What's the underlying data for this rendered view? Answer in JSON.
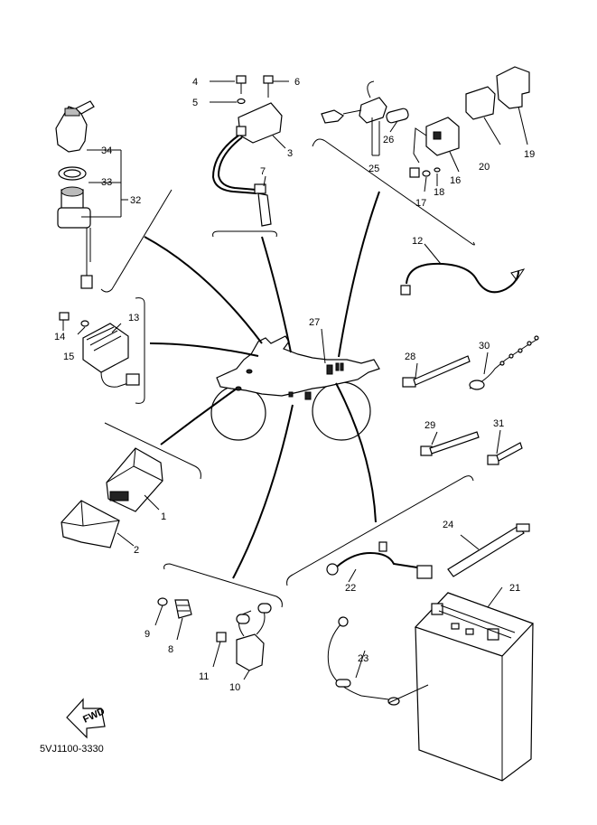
{
  "diagram": {
    "title": "Electrical parts exploded view",
    "part_code": "5VJ1100-3330",
    "fwd_label": "FWD",
    "callouts": [
      {
        "id": "1",
        "label": "1"
      },
      {
        "id": "2",
        "label": "2"
      },
      {
        "id": "3",
        "label": "3"
      },
      {
        "id": "4",
        "label": "4"
      },
      {
        "id": "5",
        "label": "5"
      },
      {
        "id": "6",
        "label": "6"
      },
      {
        "id": "7",
        "label": "7"
      },
      {
        "id": "8",
        "label": "8"
      },
      {
        "id": "9",
        "label": "9"
      },
      {
        "id": "10",
        "label": "10"
      },
      {
        "id": "11",
        "label": "11"
      },
      {
        "id": "12",
        "label": "12"
      },
      {
        "id": "13",
        "label": "13"
      },
      {
        "id": "14",
        "label": "14"
      },
      {
        "id": "15",
        "label": "15"
      },
      {
        "id": "16",
        "label": "16"
      },
      {
        "id": "17",
        "label": "17"
      },
      {
        "id": "18",
        "label": "18"
      },
      {
        "id": "19",
        "label": "19"
      },
      {
        "id": "20",
        "label": "20"
      },
      {
        "id": "21",
        "label": "21"
      },
      {
        "id": "22",
        "label": "22"
      },
      {
        "id": "23",
        "label": "23"
      },
      {
        "id": "24",
        "label": "24"
      },
      {
        "id": "25",
        "label": "25"
      },
      {
        "id": "26",
        "label": "26"
      },
      {
        "id": "27",
        "label": "27"
      },
      {
        "id": "28",
        "label": "28"
      },
      {
        "id": "29",
        "label": "29"
      },
      {
        "id": "30",
        "label": "30"
      },
      {
        "id": "31",
        "label": "31"
      },
      {
        "id": "32",
        "label": "32"
      },
      {
        "id": "33",
        "label": "33"
      },
      {
        "id": "34",
        "label": "34"
      }
    ]
  }
}
